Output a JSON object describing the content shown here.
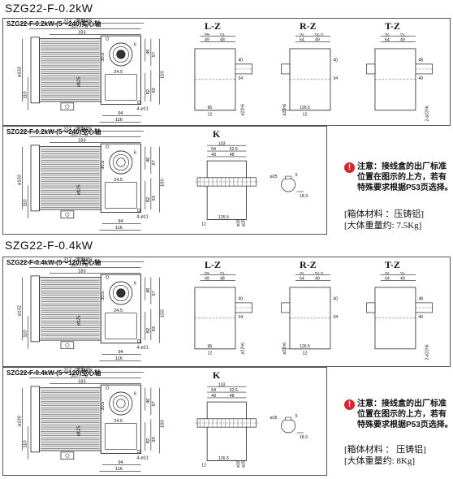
{
  "sections": [
    {
      "title": "SZG22-F-0.2kW",
      "solid": {
        "title": "SZG22-F-0.2kW-(5～240)实心轴",
        "dims": {
          "total": "317（带制动）",
          "len307": "307",
          "d8": "8",
          "len183": "183",
          "dia132": "ø132",
          "dia125": "ø125",
          "h110": "110",
          "c305": "30.5",
          "c245": "24.5",
          "v46": "46",
          "v57": "57",
          "v82": "82",
          "v93": "93",
          "v150": "150",
          "v6": "6",
          "b94": "94",
          "b116": "116",
          "holes": "4-ø11"
        }
      },
      "hollow": {
        "title": "SZG22-F-0.2kW-(5～240)空心轴",
        "dims": {
          "total": "317（带制动）",
          "len307": "307",
          "d8": "8",
          "len183": "183",
          "dia132": "ø132",
          "dia125": "ø125",
          "h110": "110",
          "c305": "30.5",
          "c245": "24.5",
          "v46": "46",
          "v57": "57",
          "v82": "82",
          "v93": "93",
          "v150": "150",
          "v6": "6",
          "b94": "94",
          "b116": "116",
          "holes": "4-ø11"
        }
      },
      "views": [
        {
          "label": "L-Z",
          "dims": [
            "64",
            "91",
            "49",
            "48",
            "40",
            "34",
            "96",
            "12",
            "ø22h6"
          ]
        },
        {
          "label": "R-Z",
          "dims": [
            "92",
            "62.5",
            "64",
            "49",
            "48",
            "40",
            "34",
            "126.5",
            "12",
            "ø22h6"
          ]
        },
        {
          "label": "T-Z",
          "dims": [
            "92",
            "91",
            "64",
            "49",
            "48",
            "40",
            "34",
            "2-ø22h6"
          ]
        }
      ],
      "k": {
        "label": "K",
        "dims": [
          "103",
          "64",
          "62.5",
          "49",
          "48",
          "126.5",
          "12",
          "ø16",
          "ø25",
          "ø25",
          "5",
          "18.3"
        ]
      },
      "note": "注意：接线盒的出厂标准位置在图示的上方，若有特殊要求根据P53页选择。",
      "material_label": "[箱体材料 ：压铸铝]",
      "weight_label": "[大体重量约: 7.5Kg]"
    },
    {
      "title": "SZG22-F-0.4kW",
      "solid": {
        "title": "SZG22-F-0.4kW-(5～120)实心轴",
        "dims": {
          "total": "317（带制动）",
          "len307": "307",
          "d8": "8",
          "len183": "183",
          "dia132": "ø132",
          "dia125": "ø125",
          "h110": "110",
          "c305": "30.5",
          "c245": "24.5",
          "v46": "46",
          "v57": "57",
          "v82": "82",
          "v93": "93",
          "v150": "150",
          "v6": "6",
          "b94": "94",
          "b116": "116",
          "holes": "4-ø11"
        }
      },
      "hollow": {
        "title": "SZG22-F-0.4kW-(5～120)空心轴",
        "dims": {
          "total": "317（带制动）",
          "len307": "307",
          "d8": "8",
          "len183": "183",
          "dia132": "ø130",
          "dia125": "ø125",
          "h110": "110",
          "c305": "30.5",
          "c245": "24.5",
          "v46": "46",
          "v57": "57",
          "v82": "82",
          "v93": "93",
          "v150": "150",
          "v6": "6",
          "b94": "94",
          "b116": "116",
          "holes": "4-ø11"
        }
      },
      "views": [
        {
          "label": "L-Z",
          "dims": [
            "64",
            "91",
            "49",
            "48",
            "40",
            "34",
            "96",
            "12",
            "ø22h6"
          ]
        },
        {
          "label": "R-Z",
          "dims": [
            "92",
            "62.5",
            "64",
            "49",
            "48",
            "40",
            "34",
            "126.5",
            "12",
            "ø22h6"
          ]
        },
        {
          "label": "T-Z",
          "dims": [
            "92",
            "91",
            "64",
            "49",
            "48",
            "40",
            "34",
            "2-ø22h6"
          ]
        }
      ],
      "k": {
        "label": "K",
        "dims": [
          "103",
          "64",
          "62.5",
          "49",
          "48",
          "126.5",
          "12",
          "ø16",
          "ø25",
          "ø25",
          "5",
          "18.3"
        ]
      },
      "note": "注意：接线盒的出厂标准位置在图示的上方，若有特殊要求根据P53页选择。",
      "material_label": "[箱体材料 ： 压铸铝]",
      "weight_label": "[大体重量约: 8Kg]"
    }
  ]
}
